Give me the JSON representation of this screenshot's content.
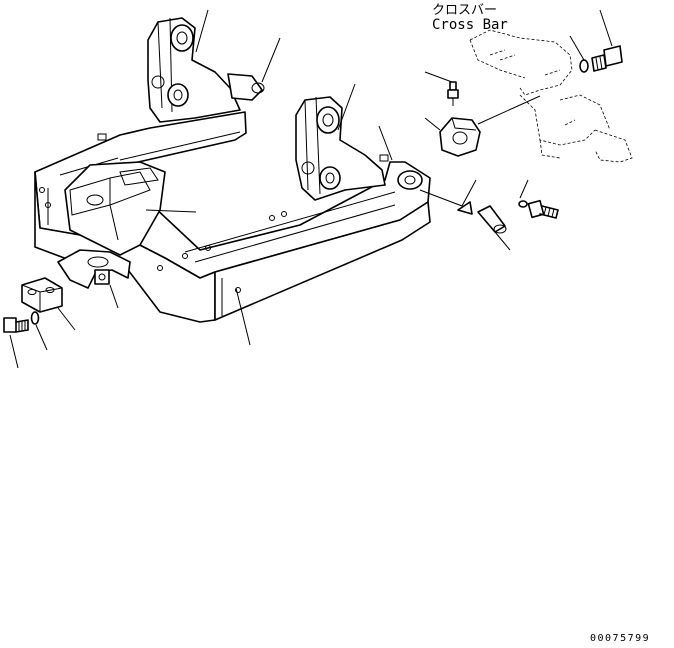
{
  "labels": {
    "crossbar_jp": "クロスバー",
    "crossbar_en": "Cross Bar",
    "figure_number": "00075799"
  }
}
